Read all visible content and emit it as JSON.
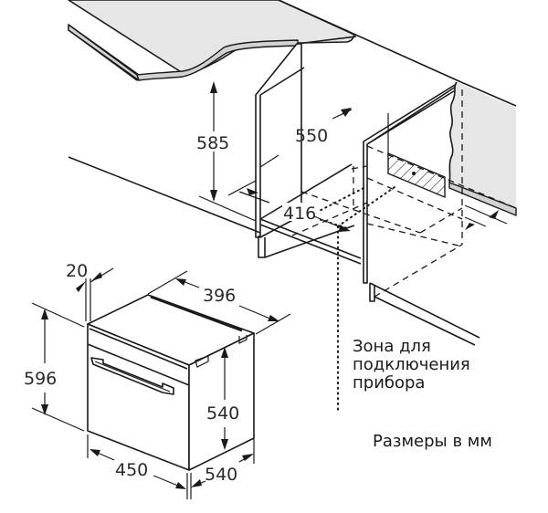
{
  "diagram": {
    "type": "built-in oven installation dimensions",
    "unit_note": "Размеры в мм",
    "connection_zone": {
      "line1": "Зона для",
      "line2": "подключения",
      "line3": "прибора"
    },
    "cabinet_dimensions": {
      "niche_height": "585",
      "niche_depth": "550",
      "bottom_opening": "416"
    },
    "oven_dimensions": {
      "front_panel_thickness": "20",
      "top_depth": "396",
      "total_height": "596",
      "body_height": "540",
      "body_width": "450",
      "body_depth": "540"
    },
    "colors": {
      "line": "#1a1a1a",
      "surface_grey": "#e6e6e6",
      "edge_grey": "#d2d2d2",
      "background": "#ffffff"
    }
  }
}
